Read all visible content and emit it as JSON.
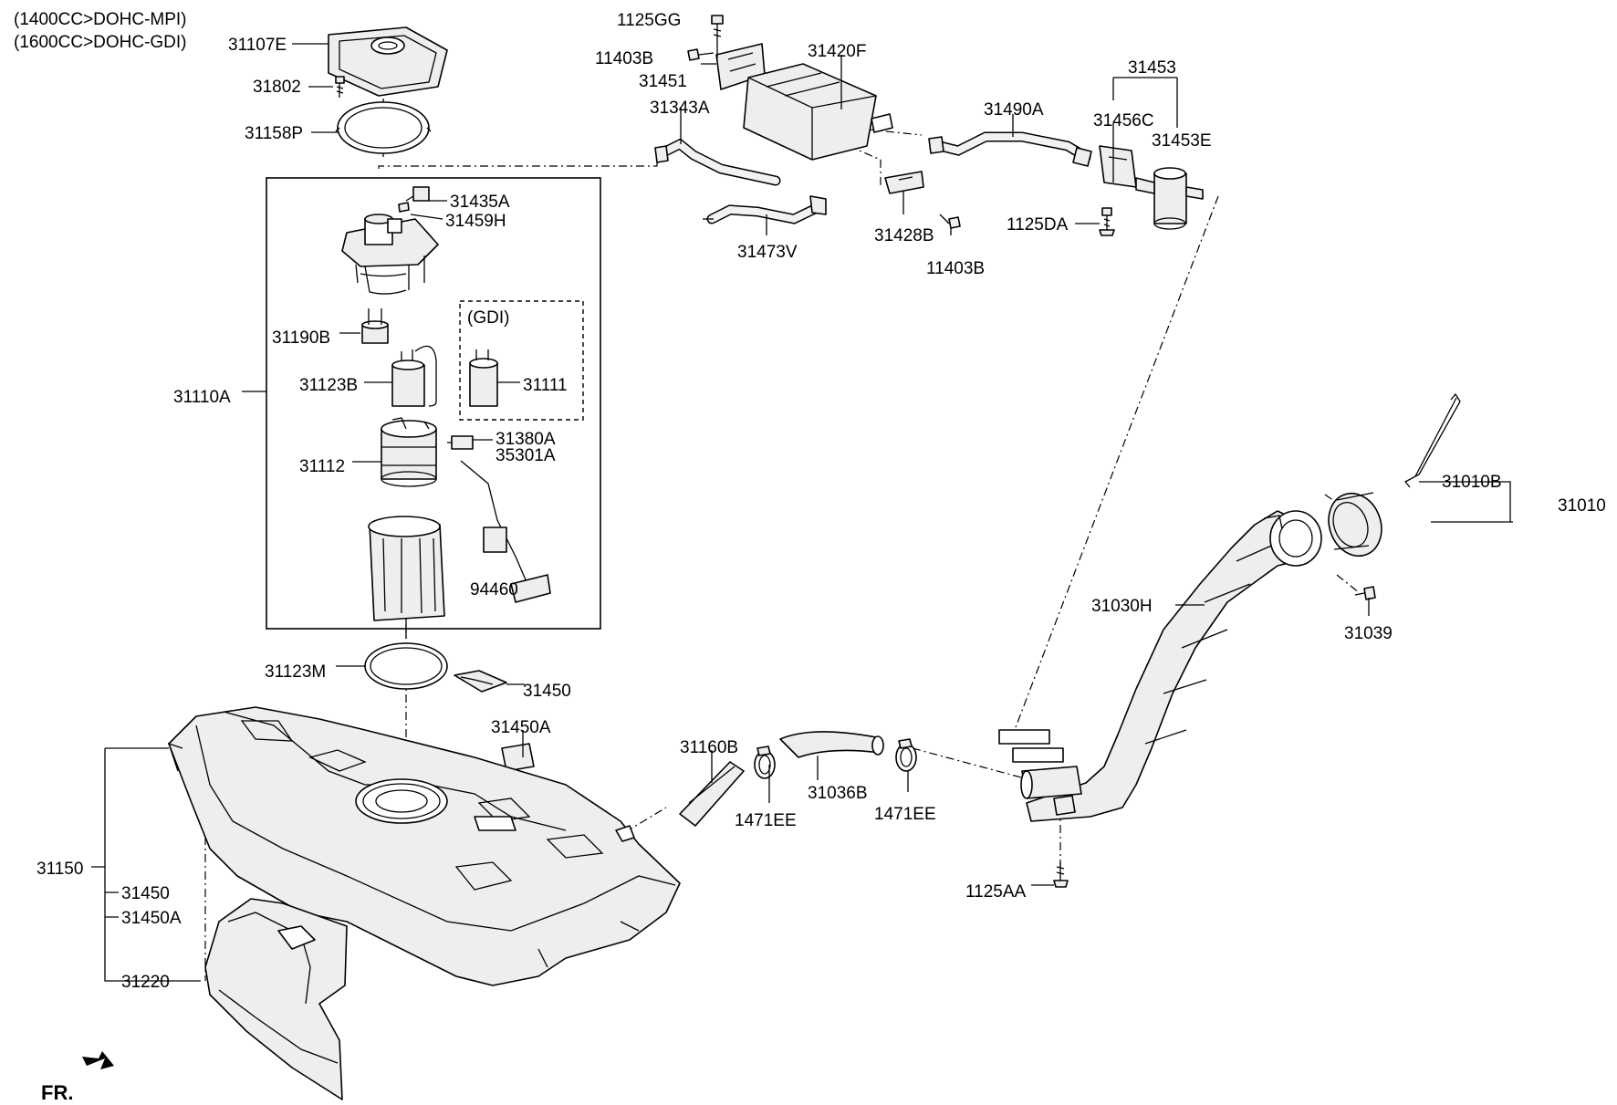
{
  "notes": {
    "engine_1": "(1400CC>DOHC-MPI)",
    "engine_2": "(1600CC>DOHC-GDI)",
    "gdi": "(GDI)",
    "fr": "FR."
  },
  "labels": {
    "p31107E": "31107E",
    "p31802": "31802",
    "p31158P": "31158P",
    "p31435A": "31435A",
    "p31459H": "31459H",
    "p31190B": "31190B",
    "p31123B": "31123B",
    "p31110A": "31110A",
    "p31111": "31111",
    "p31112": "31112",
    "p31380A": "31380A",
    "p35301A": "35301A",
    "p94460": "94460",
    "p31123M": "31123M",
    "p31450_top": "31450",
    "p31450A_top": "31450A",
    "p31150": "31150",
    "p31450_list": "31450",
    "p31450A_list": "31450A",
    "p31220": "31220",
    "p1125GG": "1125GG",
    "p11403B_top": "11403B",
    "p31451": "31451",
    "p31420F": "31420F",
    "p31343A": "31343A",
    "p31473V": "31473V",
    "p31428B": "31428B",
    "p11403B_bottom": "11403B",
    "p31490A": "31490A",
    "p31453": "31453",
    "p31456C": "31456C",
    "p31453E": "31453E",
    "p1125DA": "1125DA",
    "p31010B": "31010B",
    "p31010": "31010",
    "p31030H": "31030H",
    "p31039": "31039",
    "p31160B": "31160B",
    "p31036B": "31036B",
    "p1471EE_left": "1471EE",
    "p1471EE_right": "1471EE",
    "p1125AA": "1125AA"
  },
  "colors": {
    "line": "#000000",
    "part_fill": "#eeeeee",
    "background": "#ffffff"
  }
}
